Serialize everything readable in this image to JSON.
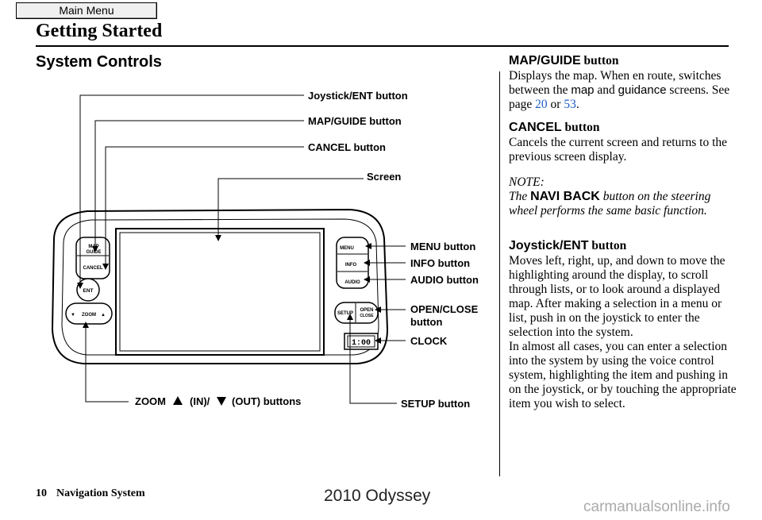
{
  "nav": {
    "main_menu": "Main Menu"
  },
  "page": {
    "section": "Getting Started",
    "title": "System Controls",
    "footer_page": "10",
    "footer_system": "Navigation System",
    "footer_model": "2010 Odyssey",
    "watermark": "carmanualsonline.info"
  },
  "diagram": {
    "callouts": {
      "joystick": "Joystick/ENT button",
      "map_guide": "MAP/GUIDE button",
      "cancel": "CANCEL button",
      "screen": "Screen",
      "menu": "MENU button",
      "info": "INFO button",
      "audio": "AUDIO button",
      "open_close_1": "OPEN/CLOSE",
      "open_close_2": "button",
      "clock": "CLOCK",
      "zoom_label": "ZOOM",
      "zoom_in": "(IN)/",
      "zoom_out": "(OUT) buttons",
      "setup": "SETUP button"
    },
    "unit_labels": {
      "map": "MAP",
      "guide": "GUIDE",
      "cancel": "CANCEL",
      "ent": "ENT",
      "zoom": "ZOOM",
      "menu": "MENU",
      "info": "INFO",
      "audio": "AUDIO",
      "setup": "SETUP",
      "open": "OPEN",
      "close": "CLOSE",
      "clock_display": "1:00"
    }
  },
  "content": {
    "map_guide_head": "MAP/GUIDE",
    "map_guide_head_suffix": "button",
    "map_guide_t1": "Displays the map. When en route, switches between the",
    "map_guide_map": "map",
    "map_guide_and": "and",
    "map_guide_guidance": "guidance",
    "map_guide_t2": "screens. See page",
    "map_guide_page1": "20",
    "map_guide_or": "or",
    "map_guide_page2": "53",
    "cancel_head": "CANCEL",
    "cancel_head_suffix": "button",
    "cancel_text": "Cancels the current screen and returns to the previous screen display.",
    "note_label": "NOTE:",
    "note_the": "The",
    "note_navi_back": "NAVI BACK",
    "note_rest": "button on the steering wheel performs the same basic function.",
    "joystick_head": "Joystick/ENT",
    "joystick_head_suffix": "button",
    "joystick_p1": "Moves left, right, up, and down to move the highlighting around the display, to scroll through lists, or to look around a displayed map. After making a selection in a menu or list, push in on the joystick to enter the selection into the system.",
    "joystick_p2": "In almost all cases, you can enter a selection into the system by using the voice control system, highlighting the item and pushing in on the joystick, or by touching the appropriate item you wish to select."
  }
}
